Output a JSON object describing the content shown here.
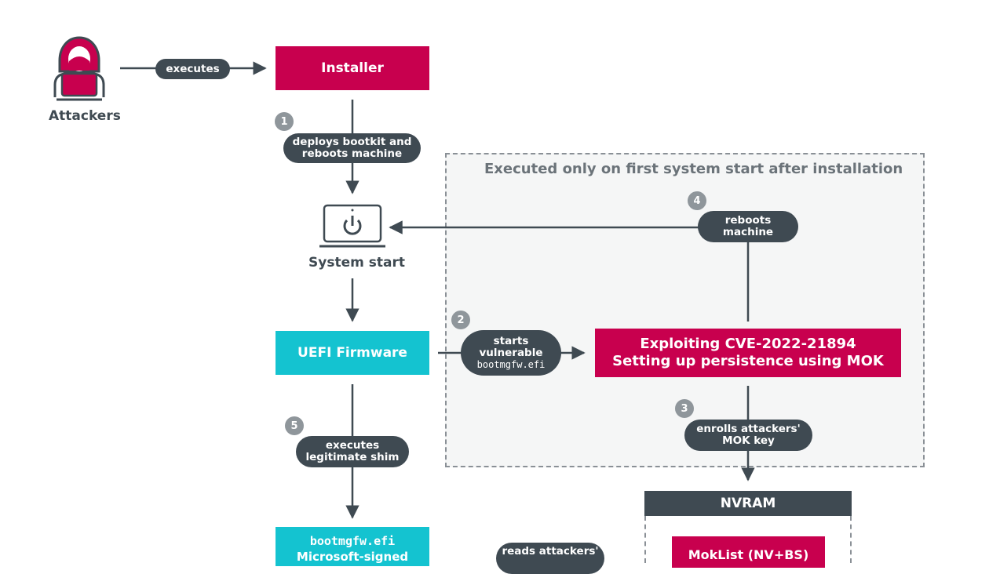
{
  "actors": {
    "attackers": "Attackers"
  },
  "nodes": {
    "installer": "Installer",
    "system_start": "System start",
    "uefi_firmware": "UEFI Firmware",
    "exploit_line1": "Exploiting CVE-2022-21894",
    "exploit_line2": "Setting up persistence using MOK",
    "nvram": "NVRAM",
    "bootmgfw_line1": "bootmgfw.efi",
    "bootmgfw_line2": "Microsoft-signed",
    "moklist": "MokList (NV+BS)"
  },
  "region": {
    "title": "Executed only on first system start after installation"
  },
  "edges": {
    "executes": "executes",
    "deploys_line1": "deploys bootkit and",
    "deploys_line2": "reboots machine",
    "reboots_line1": "reboots",
    "reboots_line2": "machine",
    "starts_line1": "starts",
    "starts_line2": "vulnerable",
    "starts_line3": "bootmgfw.efi",
    "enrolls_line1": "enrolls attackers'",
    "enrolls_line2": "MOK key",
    "exec_shim_line1": "executes",
    "exec_shim_line2": "legitimate shim",
    "reads_line1": "reads attackers'"
  },
  "steps": {
    "s1": "1",
    "s2": "2",
    "s3": "3",
    "s4": "4",
    "s5": "5"
  },
  "colors": {
    "crimson": "#c8004e",
    "teal": "#14c3d0",
    "dark": "#3f4a52",
    "badge": "#8f969b"
  }
}
